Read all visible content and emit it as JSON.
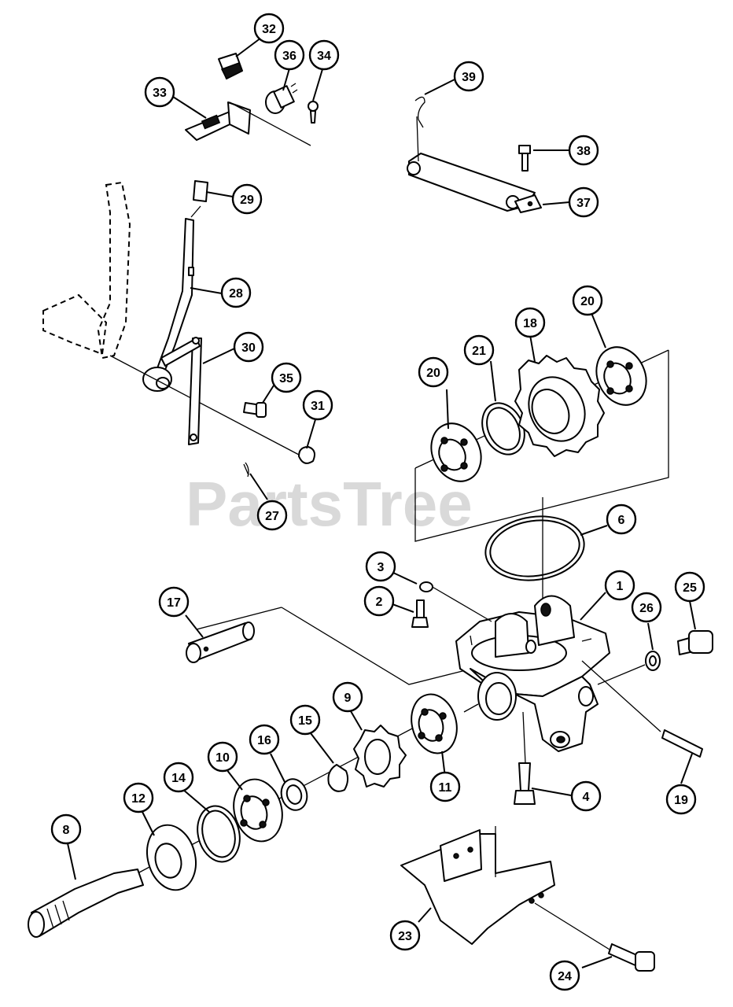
{
  "watermark": "PartsTree",
  "callouts": [
    {
      "id": "32"
    },
    {
      "id": "36"
    },
    {
      "id": "34"
    },
    {
      "id": "33"
    },
    {
      "id": "29"
    },
    {
      "id": "28"
    },
    {
      "id": "30"
    },
    {
      "id": "35"
    },
    {
      "id": "31"
    },
    {
      "id": "27"
    },
    {
      "id": "39"
    },
    {
      "id": "38"
    },
    {
      "id": "37"
    },
    {
      "id": "20"
    },
    {
      "id": "21"
    },
    {
      "id": "18"
    },
    {
      "id": "20"
    },
    {
      "id": "6"
    },
    {
      "id": "3"
    },
    {
      "id": "2"
    },
    {
      "id": "1"
    },
    {
      "id": "26"
    },
    {
      "id": "25"
    },
    {
      "id": "17"
    },
    {
      "id": "9"
    },
    {
      "id": "15"
    },
    {
      "id": "16"
    },
    {
      "id": "10"
    },
    {
      "id": "14"
    },
    {
      "id": "12"
    },
    {
      "id": "8"
    },
    {
      "id": "11"
    },
    {
      "id": "4"
    },
    {
      "id": "19"
    },
    {
      "id": "23"
    },
    {
      "id": "24"
    }
  ]
}
